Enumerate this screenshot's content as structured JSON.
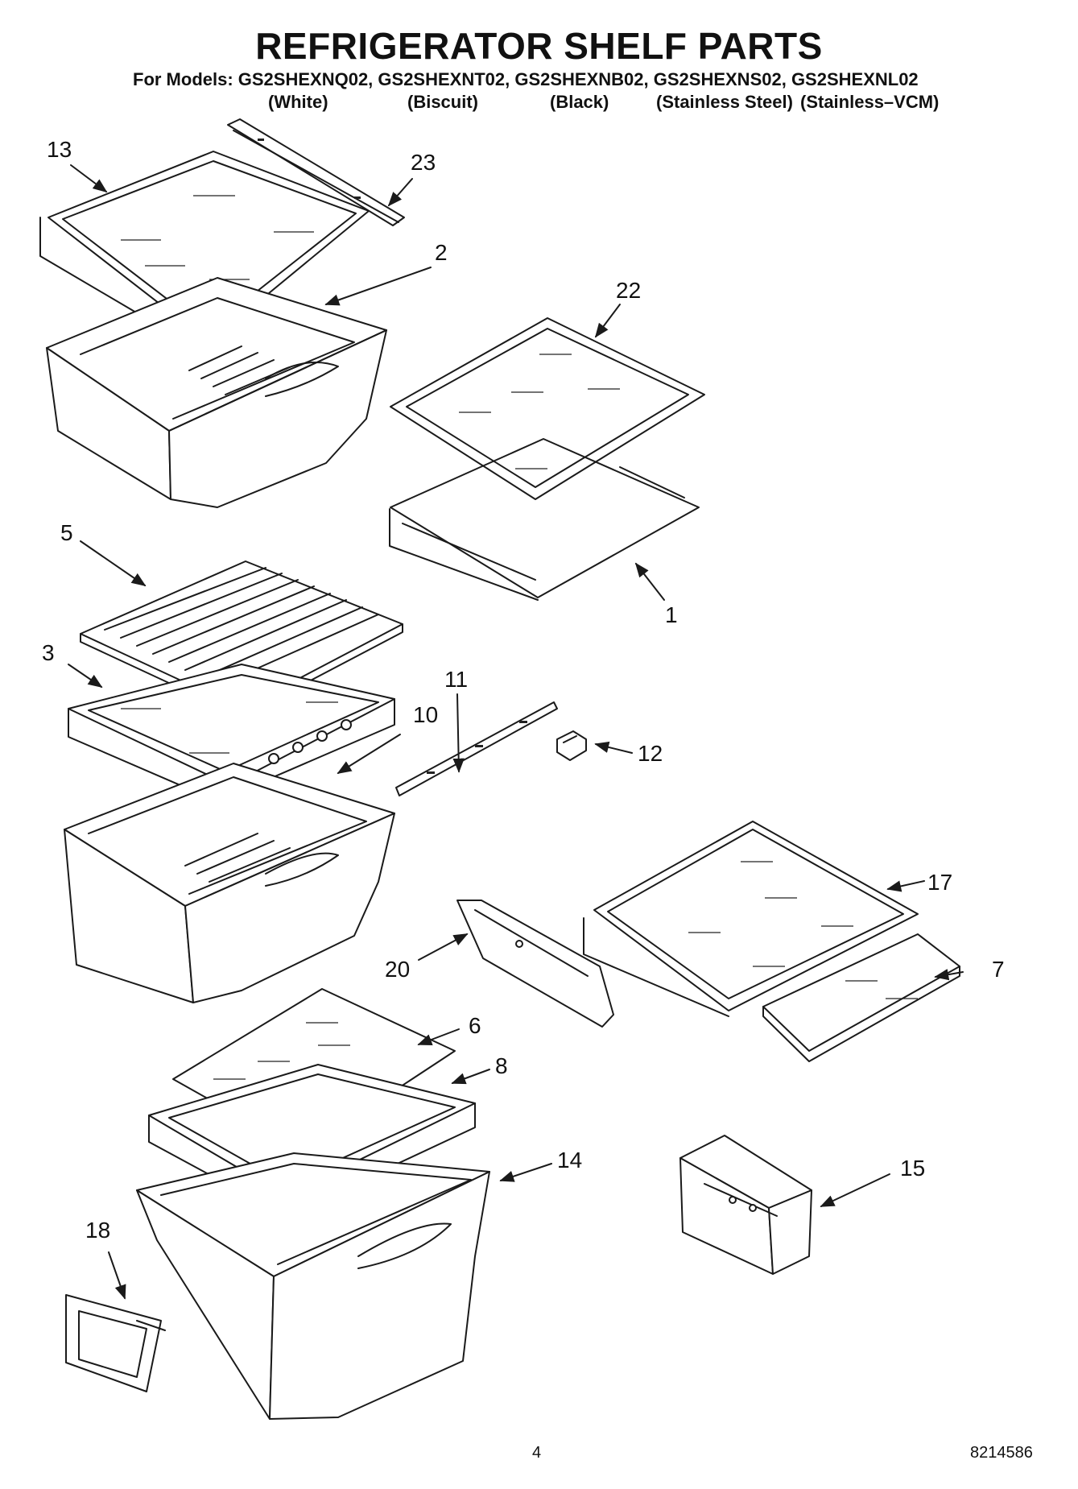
{
  "header": {
    "title": "REFRIGERATOR SHELF PARTS",
    "models_line": "For Models: GS2SHEXNQ02, GS2SHEXNT02, GS2SHEXNB02, GS2SHEXNS02, GS2SHEXNL02",
    "colors": [
      "(White)",
      "(Biscuit)",
      "(Black)",
      "(Stainless Steel)",
      "(Stainless–VCM)"
    ]
  },
  "callouts": {
    "c13": "13",
    "c23": "23",
    "c2": "2",
    "c22": "22",
    "c1": "1",
    "c5": "5",
    "c3": "3",
    "c11": "11",
    "c10": "10",
    "c12": "12",
    "c17": "17",
    "c7": "7",
    "c20": "20",
    "c6": "6",
    "c8": "8",
    "c14": "14",
    "c15": "15",
    "c18": "18"
  },
  "footer": {
    "page_number": "4",
    "doc_number": "8214586"
  },
  "colors": {
    "ink": "#1a1a1a",
    "paper": "#ffffff"
  }
}
